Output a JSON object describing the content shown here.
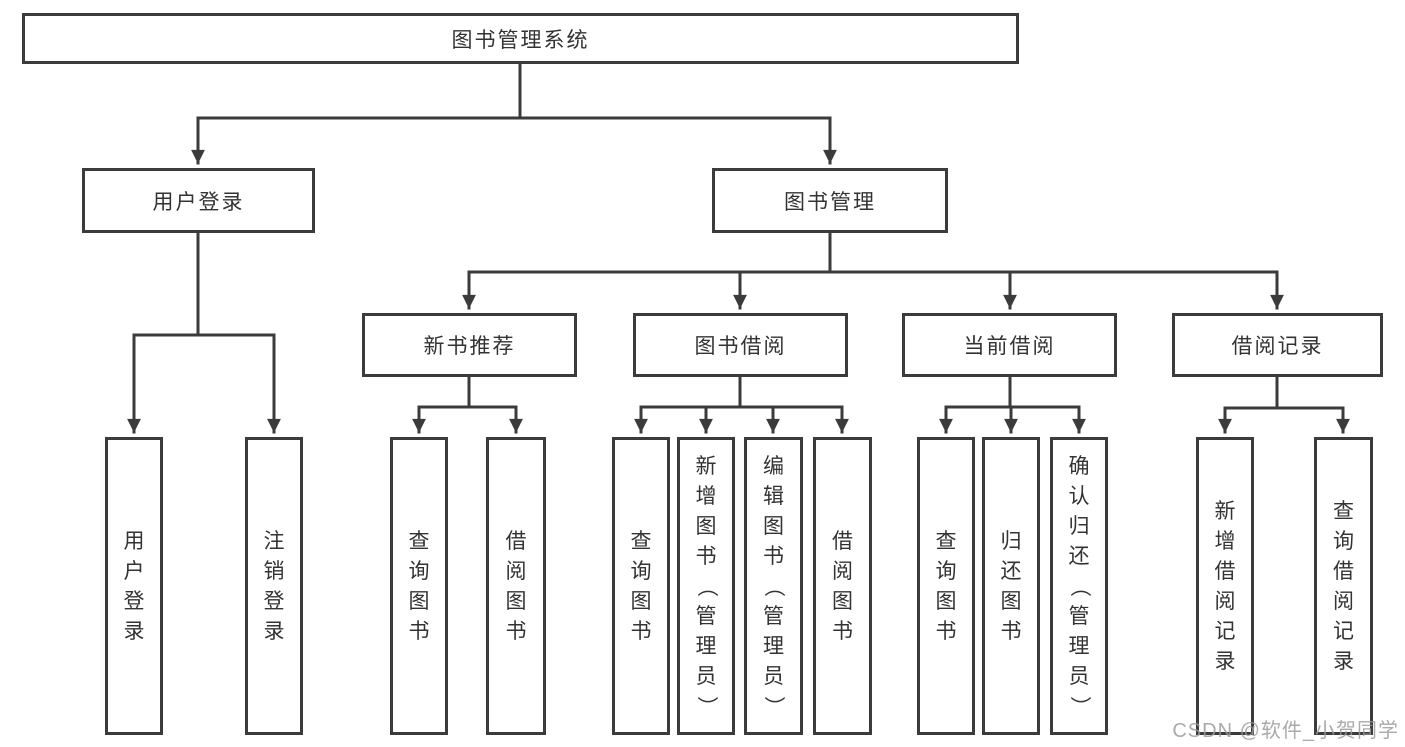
{
  "tree": {
    "root": "图书管理系统",
    "level2": [
      {
        "label": "用户登录",
        "children": [
          {
            "label": "用户登录"
          },
          {
            "label": "注销登录"
          }
        ]
      },
      {
        "label": "图书管理",
        "children": [
          {
            "label": "新书推荐",
            "children": [
              {
                "label": "查询图书"
              },
              {
                "label": "借阅图书"
              }
            ]
          },
          {
            "label": "图书借阅",
            "children": [
              {
                "label": "查询图书"
              },
              {
                "label": "新增图书（管理员）"
              },
              {
                "label": "编辑图书（管理员）"
              },
              {
                "label": "借阅图书"
              }
            ]
          },
          {
            "label": "当前借阅",
            "children": [
              {
                "label": "查询图书"
              },
              {
                "label": "归还图书"
              },
              {
                "label": "确认归还（管理员）"
              }
            ]
          },
          {
            "label": "借阅记录",
            "children": [
              {
                "label": "新增借阅记录"
              },
              {
                "label": "查询借阅记录"
              }
            ]
          }
        ]
      }
    ]
  },
  "watermark": {
    "text": "CSDN @软件_小贺同学"
  },
  "colors": {
    "line": "#3b3b3b",
    "text": "#333333",
    "watermark": "#9b9b9b",
    "background": "#ffffff"
  }
}
